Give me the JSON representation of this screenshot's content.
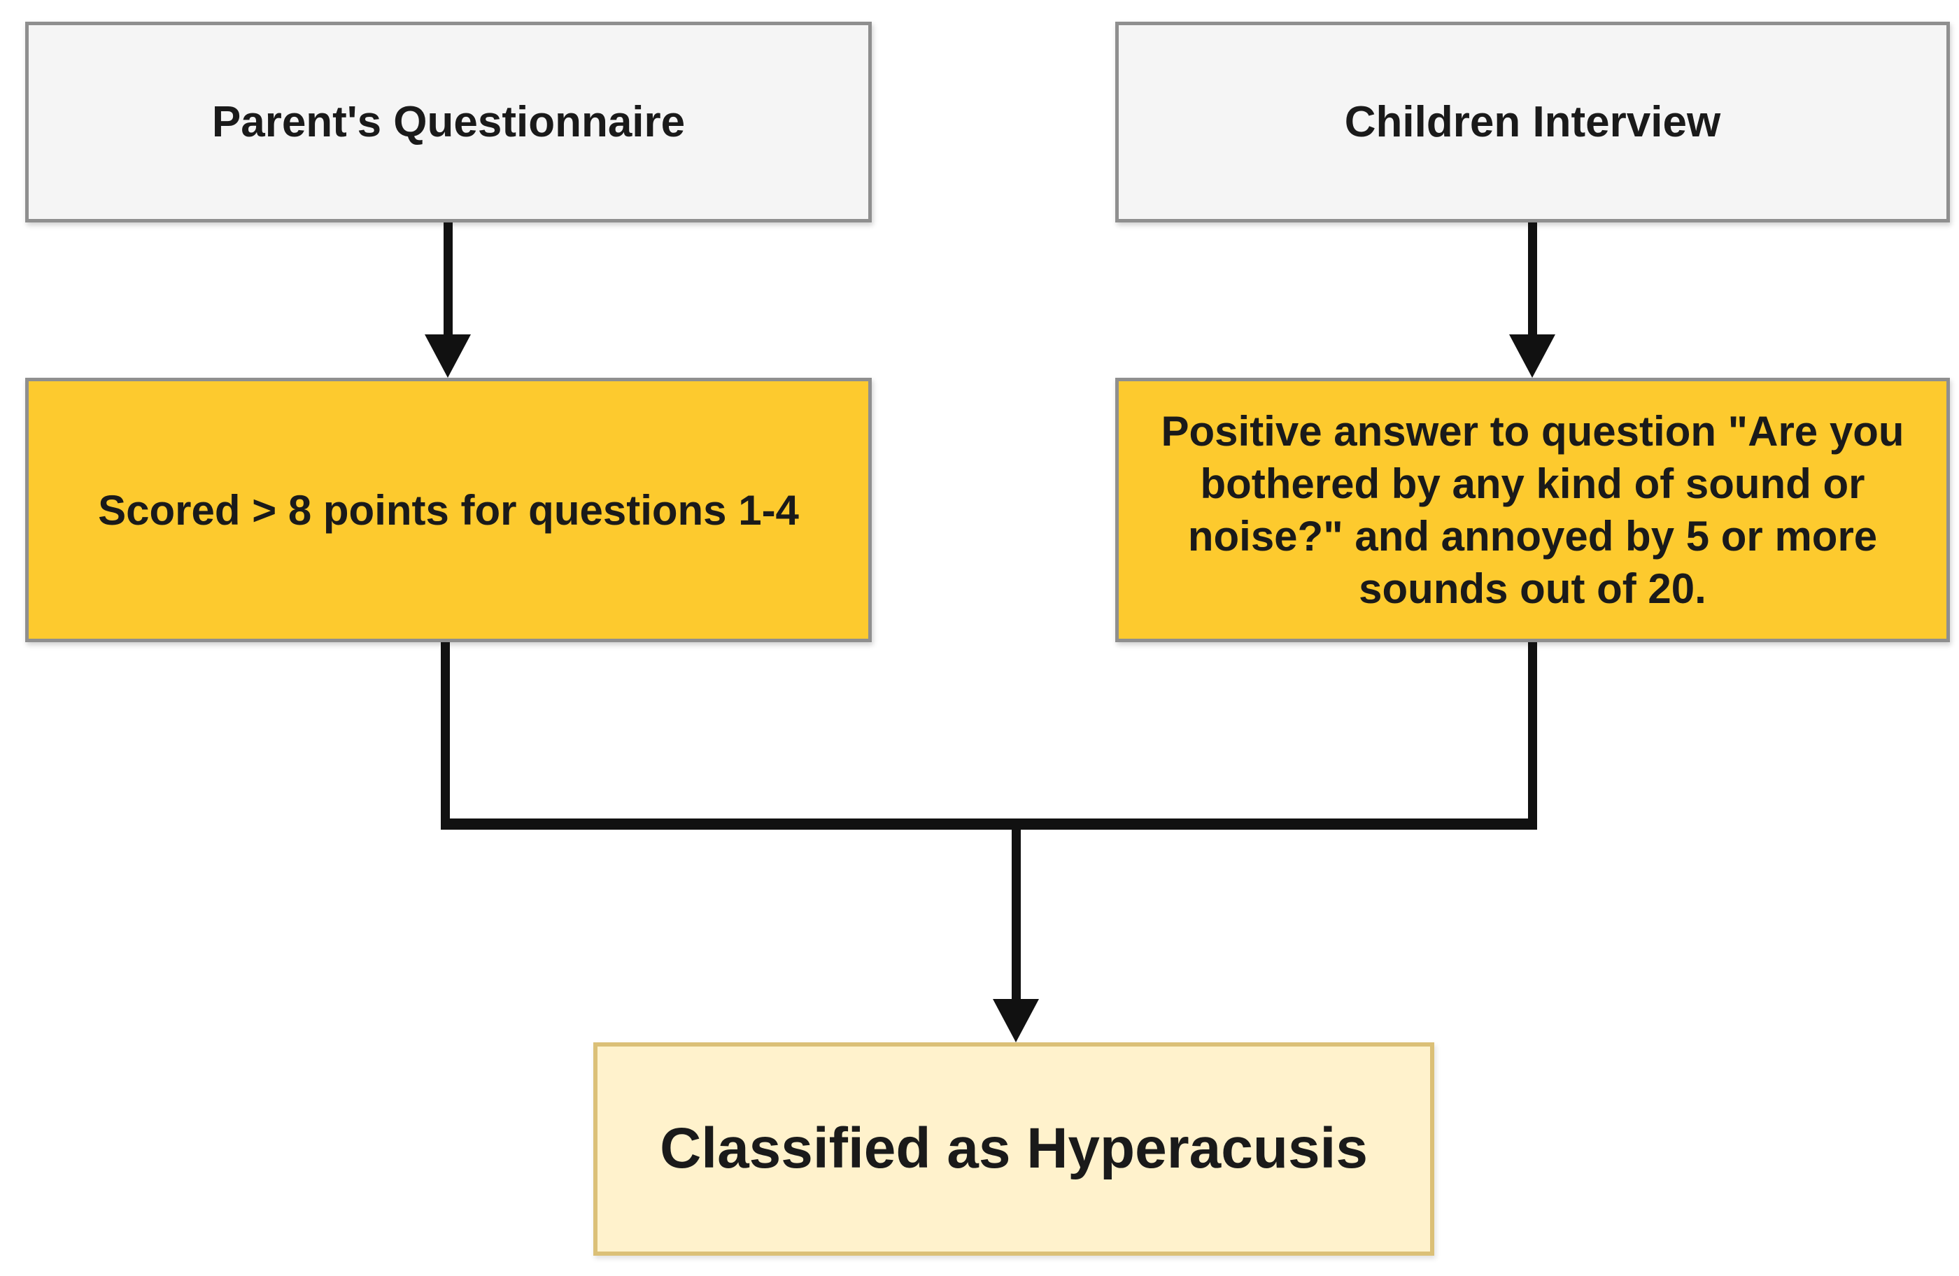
{
  "diagram": {
    "title": "Hyperacusis classification flowchart",
    "nodes": {
      "parents_questionnaire": {
        "label": "Parent's Questionnaire"
      },
      "children_interview": {
        "label": "Children Interview"
      },
      "scored_points": {
        "label": "Scored > 8 points for questions 1-4"
      },
      "positive_answer": {
        "label": "Positive answer to question \"Are you bothered by any kind of sound or noise?\" and annoyed by 5 or more sounds out of 20."
      },
      "classified": {
        "label": "Classified as Hyperacusis"
      }
    },
    "colors": {
      "background": "#FFFFFF",
      "source_box_fill": "#F5F5F5",
      "source_box_border": "#8F8F8F",
      "criteria_box_fill": "#FDCA2E",
      "criteria_box_border": "#8F8F8F",
      "result_box_fill": "#FFF2CC",
      "result_box_border": "#DBC077",
      "connector": "#111111",
      "text": "#1A1A1A"
    }
  }
}
